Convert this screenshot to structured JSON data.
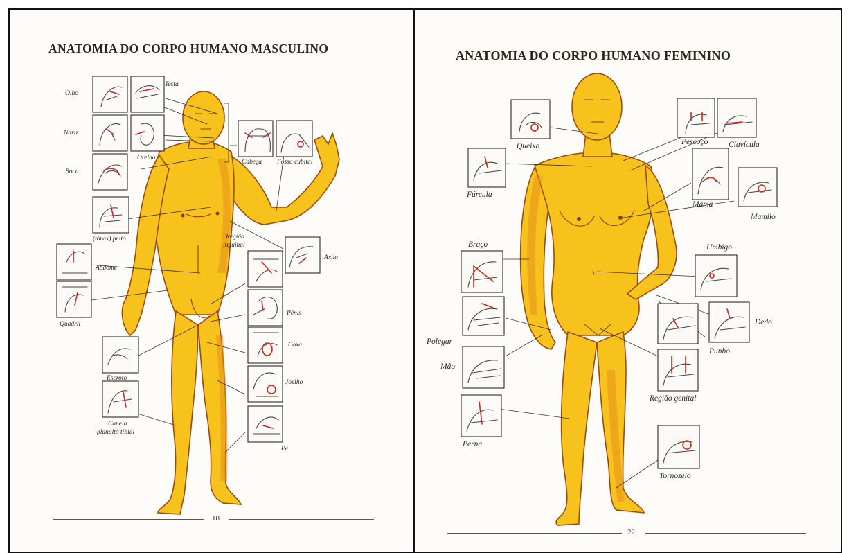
{
  "left_page": {
    "title": "ANATOMIA DO CORPO HUMANO MASCULINO",
    "page_number": "18",
    "labels": {
      "olho": "Olho",
      "testa": "Testa",
      "nariz": "Nariz",
      "orelha": "Orelha",
      "boca": "Boca",
      "cabeca": "Cabeça",
      "fossa_cubital": "Fossa cubital",
      "torax_peito": "(tórax) peito",
      "regiao_inguinal_1": "Região",
      "regiao_inguinal_2": "inguinal",
      "axila": "Axila",
      "abdome": "Abdome",
      "quadril": "Quadril",
      "penis": "Pênis",
      "escroto": "Escroto",
      "coxa": "Coxa",
      "joelho": "Joelho",
      "canela_1": "Canela",
      "canela_2": "planalto tibial",
      "pe": "Pé"
    }
  },
  "right_page": {
    "title": "ANATOMIA DO CORPO HUMANO FEMININO",
    "page_number": "22",
    "labels": {
      "queixo": "Queixo",
      "pescoco": "Pescoço",
      "clavicula": "Clavícula",
      "furcula": "Fúrcula",
      "mama": "Mama",
      "mamilo": "Mamilo",
      "braco": "Braço",
      "umbigo": "Umbigo",
      "polegar": "Polegar",
      "dedo": "Dedo",
      "mao": "Mão",
      "punho": "Punho",
      "regiao_genital": "Região genital",
      "perna": "Perna",
      "tornozelo": "Tornozelo"
    }
  },
  "colors": {
    "skin": "#f7c21c",
    "outline": "#9a4a0c",
    "arrow": "#d6231a",
    "border": "#111111"
  }
}
